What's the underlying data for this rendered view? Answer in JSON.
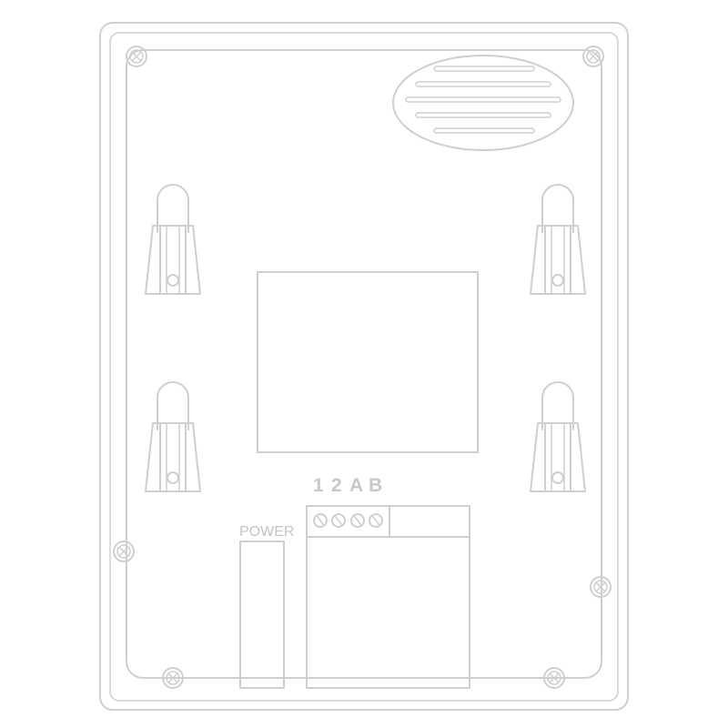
{
  "labels": {
    "power": "POWER",
    "terminals": [
      "1",
      "2",
      "A",
      "B"
    ]
  },
  "colors": {
    "line": "#cfcfcf",
    "label": "#c8c8c8",
    "background": "#ffffff"
  },
  "parts": {
    "screws": [
      "screw-top-left",
      "screw-top-right",
      "screw-mid-left",
      "screw-mid-right",
      "screw-bottom-left",
      "screw-bottom-right"
    ],
    "mounting_clips": [
      "clip-top-left",
      "clip-top-right",
      "clip-bottom-left",
      "clip-bottom-right"
    ],
    "terminal_screws": 4,
    "speaker_slots": 5
  }
}
